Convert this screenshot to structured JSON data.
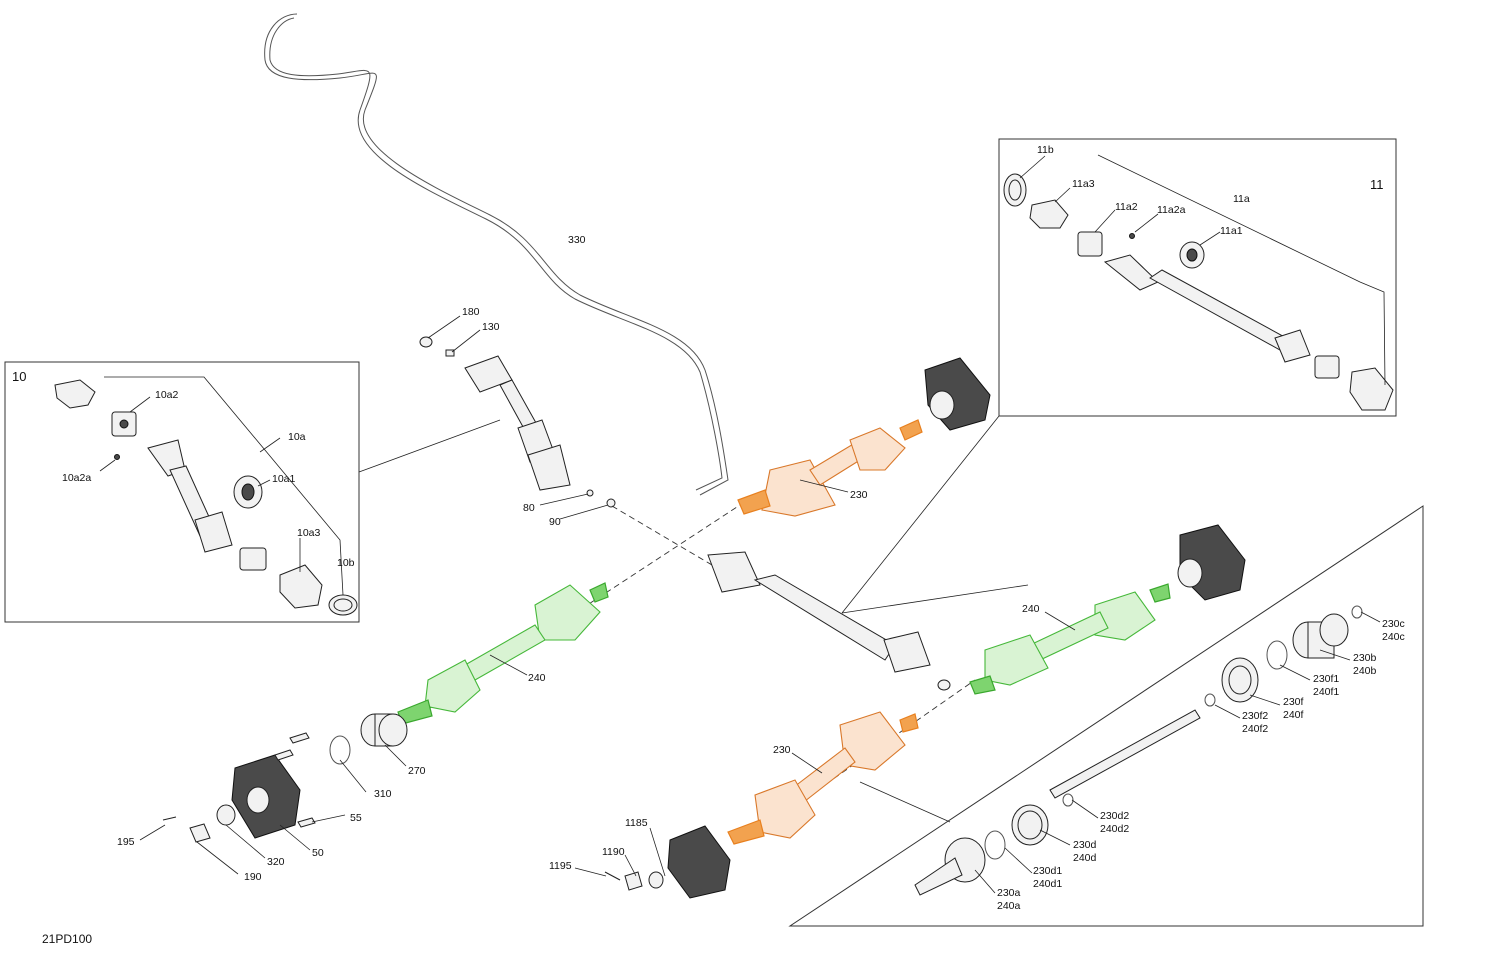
{
  "drawing_code": "21PD100",
  "group_labels": {
    "g10": "10",
    "g11": "11"
  },
  "labels": {
    "l330": "330",
    "l180": "180",
    "l130": "130",
    "l80": "80",
    "l90": "90",
    "l230_upper": "230",
    "l240_lower": "240",
    "l240_right": "240",
    "l230_lower": "230",
    "l270": "270",
    "l310": "310",
    "l55": "55",
    "l50": "50",
    "l320": "320",
    "l190": "190",
    "l195": "195",
    "l1185": "1185",
    "l1190": "1190",
    "l1195": "1195",
    "l10a2": "10a2",
    "l10a": "10a",
    "l10a2a": "10a2a",
    "l10a1": "10a1",
    "l10a3": "10a3",
    "l10b": "10b",
    "l11b": "11b",
    "l11a3": "11a3",
    "l11a2": "11a2",
    "l11a2a": "11a2a",
    "l11a": "11a",
    "l11a1": "11a1",
    "l230c": "230c",
    "l240c": "240c",
    "l230b": "230b",
    "l240b": "240b",
    "l230f1": "230f1",
    "l240f1": "240f1",
    "l230f": "230f",
    "l240f": "240f",
    "l230f2": "230f2",
    "l240f2": "240f2",
    "l230d2": "230d2",
    "l240d2": "240d2",
    "l230d": "230d",
    "l240d": "240d",
    "l230d1": "230d1",
    "l240d1": "240d1",
    "l230a": "230a",
    "l240a": "240a"
  },
  "colors": {
    "orange_shaft": "#f2a24f",
    "green_shaft": "#7ed46f",
    "line": "#222222"
  }
}
